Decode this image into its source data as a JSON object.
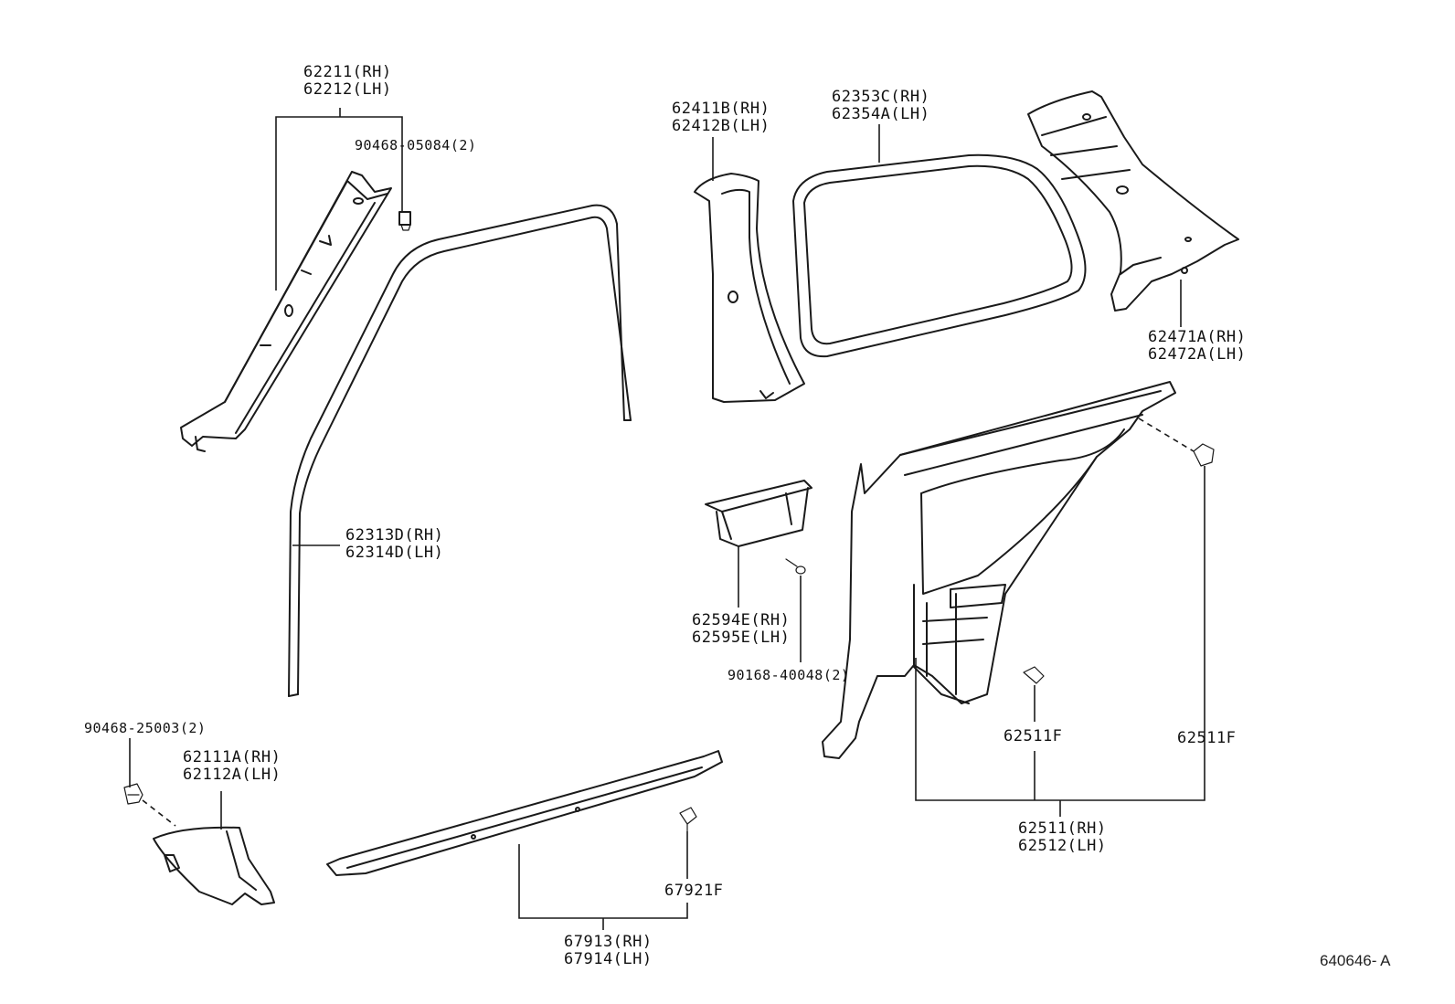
{
  "diagram": {
    "reference_code": "640646- A",
    "parts": [
      {
        "id": "a-pillar",
        "lines": [
          "62211(RH)",
          "62212(LH)"
        ]
      },
      {
        "id": "a-pillar-clip",
        "lines": [
          "90468-05084(2)"
        ]
      },
      {
        "id": "front-door-weatherstrip",
        "lines": [
          "62313D(RH)",
          "62314D(LH)"
        ]
      },
      {
        "id": "b-pillar",
        "lines": [
          "62411B(RH)",
          "62412B(LH)"
        ]
      },
      {
        "id": "quarter-window-weatherstrip",
        "lines": [
          "62353C(RH)",
          "62354A(LH)"
        ]
      },
      {
        "id": "c-pillar",
        "lines": [
          "62471A(RH)",
          "62472A(LH)"
        ]
      },
      {
        "id": "pocket",
        "lines": [
          "62594E(RH)",
          "62595E(LH)"
        ]
      },
      {
        "id": "pocket-screw",
        "lines": [
          "90168-40048(2)"
        ]
      },
      {
        "id": "quarter-trim-clip-left",
        "lines": [
          "62511F"
        ]
      },
      {
        "id": "quarter-trim-clip-right",
        "lines": [
          "62511F"
        ]
      },
      {
        "id": "quarter-trim-panel",
        "lines": [
          "62511(RH)",
          "62512(LH)"
        ]
      },
      {
        "id": "cowl-clip",
        "lines": [
          "90468-25003(2)"
        ]
      },
      {
        "id": "cowl-side-trim",
        "lines": [
          "62111A(RH)",
          "62112A(LH)"
        ]
      },
      {
        "id": "scuff-plate-clip",
        "lines": [
          "67921F"
        ]
      },
      {
        "id": "scuff-plate",
        "lines": [
          "67913(RH)",
          "67914(LH)"
        ]
      }
    ]
  }
}
